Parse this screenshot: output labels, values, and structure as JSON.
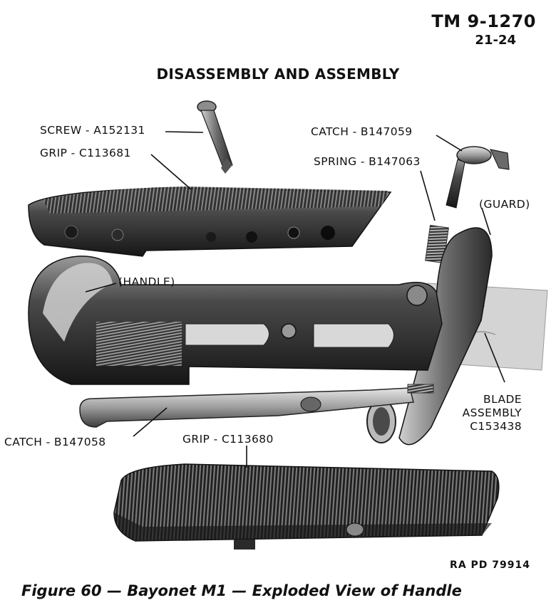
{
  "header": {
    "tm_number": "TM 9-1270",
    "section_number": "21-24",
    "title": "DISASSEMBLY AND ASSEMBLY"
  },
  "callouts": {
    "screw": "SCREW - A152131",
    "grip_upper": "GRIP - C113681",
    "catch_upper": "CATCH - B147059",
    "spring": "SPRING - B147063",
    "guard": "(GUARD)",
    "handle": "(HANDLE)",
    "blade_line1": "BLADE",
    "blade_line2": "ASSEMBLY",
    "blade_line3": "C153438",
    "catch_lower": "CATCH - B147058",
    "grip_lower": "GRIP - C113680"
  },
  "reference": "RA PD 79914",
  "caption": "Figure 60 — Bayonet M1 — Exploded View of Handle"
}
